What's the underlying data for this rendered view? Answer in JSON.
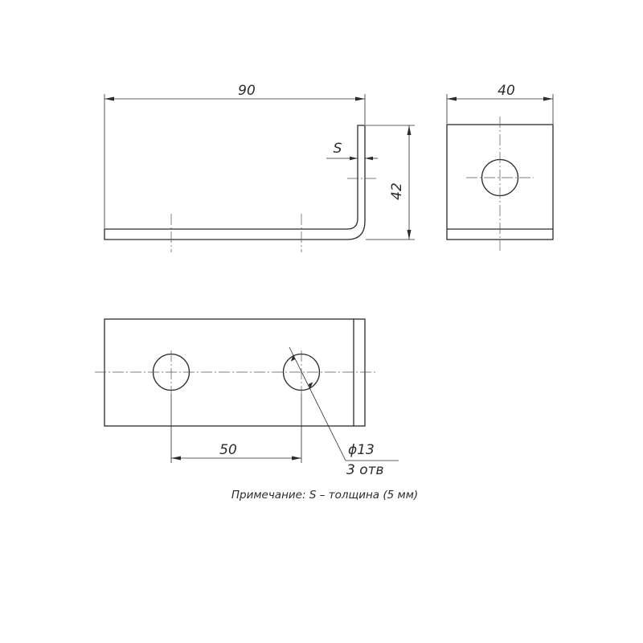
{
  "dimensions": {
    "length": "90",
    "width": "40",
    "height": "42",
    "thickness": "S",
    "hole_spacing": "50",
    "hole_diameter": "ϕ13",
    "hole_count": "3 отв"
  },
  "note": "Примечание: S – толщина (5 мм)"
}
